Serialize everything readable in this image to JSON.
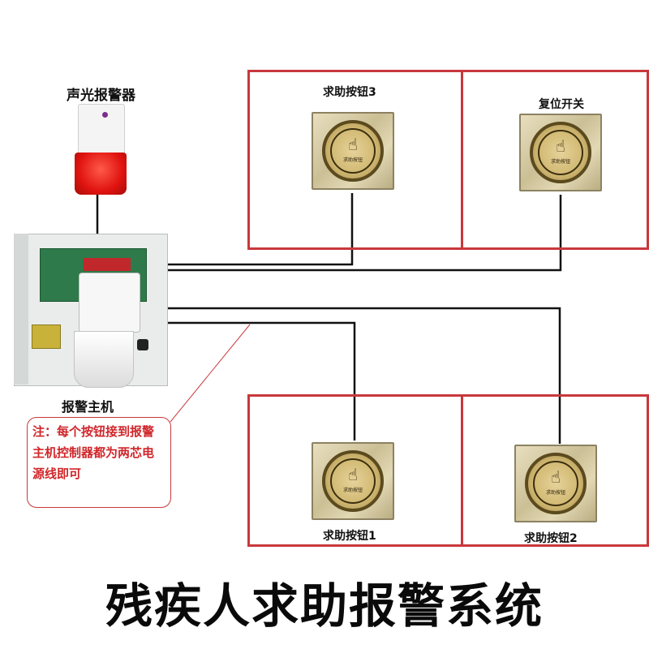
{
  "labels": {
    "siren": "声光报警器",
    "host": "报警主机",
    "button3": "求助按钮3",
    "reset": "复位开关",
    "button1": "求助按钮1",
    "button2": "求助按钮2"
  },
  "note": "注：每个按钮接到报警主机控制器都为两芯电源线即可",
  "title": "残疾人求助报警系统",
  "button_plate_text": "求助按钮",
  "colors": {
    "box_border": "#c8383c",
    "note_text": "#d0262a",
    "wire": "#111111"
  },
  "icons": {
    "button_symbol": "hand-press-icon"
  }
}
